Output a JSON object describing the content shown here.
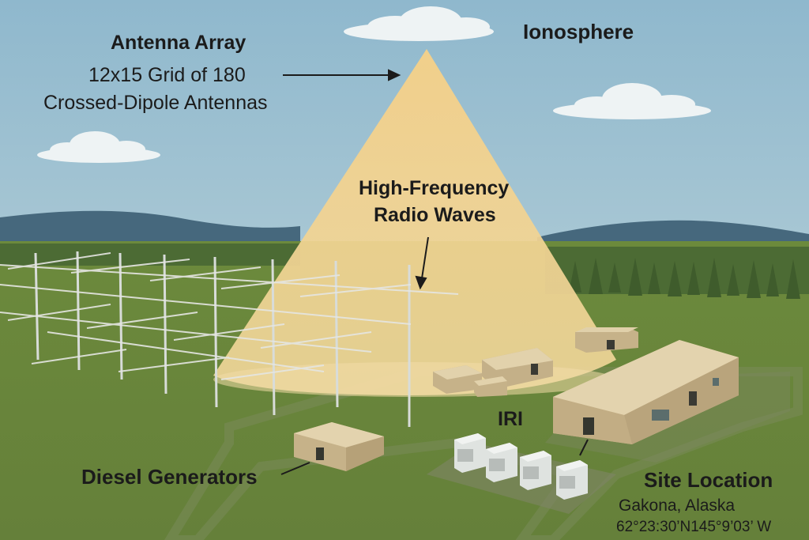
{
  "labels": {
    "antenna_array_title": "Antenna Array",
    "antenna_array_line1": "12x15 Grid of 180",
    "antenna_array_line2": "Crossed-Dipole Antennas",
    "ionosphere": "Ionosphere",
    "hf_line1": "High-Frequency",
    "hf_line2": "Radio Waves",
    "iri": "IRI",
    "diesel_generators": "Diesel Generators",
    "site_location_title": "Site Location",
    "site_location_place": "Gakona, Alaska",
    "site_location_coords": "62°23:30’N145°9’03’ W"
  },
  "colors": {
    "sky": "#8fb3c9",
    "mountains": "#47697f",
    "ground": "#6f8a3d",
    "beam": "#f2cf86",
    "building": "#c9b48a"
  }
}
